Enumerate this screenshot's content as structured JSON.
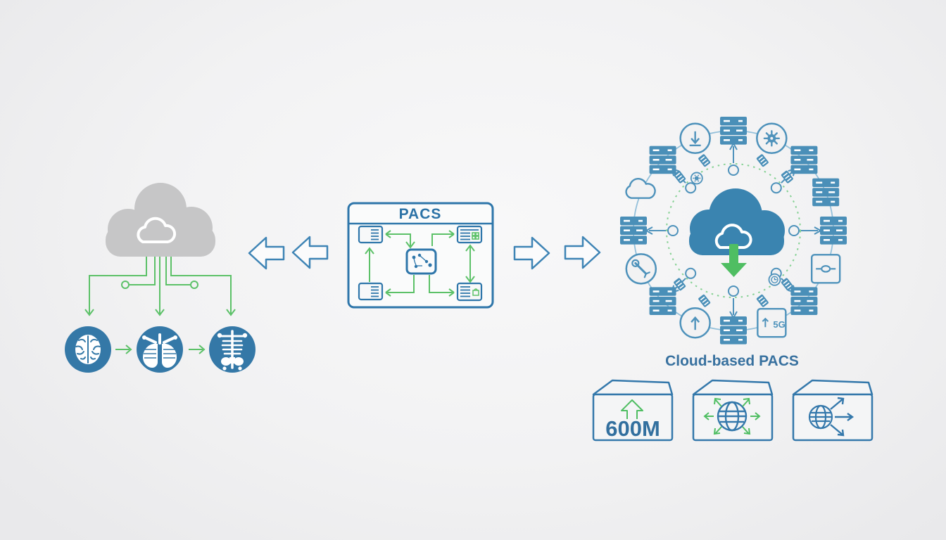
{
  "pacs_box": {
    "title": "PACS"
  },
  "cloud_pacs": {
    "label": "Cloud-based PACS"
  },
  "stats": {
    "value": "600M"
  },
  "colors": {
    "background": "#f2f2f3",
    "gray_cloud": "#c6c6c7",
    "modality_blue": "#3478a7",
    "green": "#5cc168",
    "arrow_green": "#4fbe62",
    "pacs_blue": "#2e76aa",
    "ring_blue_fill": "#4a8fb8",
    "ring_blue_stroke": "#4e92bb",
    "ring_outer_line": "#93c0da",
    "ring_dashed_green": "#85d193",
    "central_cloud_blue": "#3a84b0",
    "label_text": "#38719f",
    "box_stroke": "#3478ab"
  },
  "icons": {
    "left": [
      "storage-cloud-icon",
      "brain-icon",
      "lungs-icon",
      "skeleton-icon"
    ],
    "center": [
      "pacs-box",
      "workstation-icon",
      "pacs-server-hub-icon",
      "flow-arrow-left-icon",
      "flow-arrow-right-icon"
    ],
    "right": [
      "cloud-download-icon",
      "server-icon",
      "download-circle-icon",
      "malware-circle-icon",
      "arrow-up-circle-icon",
      "wrench-circle-icon",
      "cloud-outline-icon",
      "pulse-box-icon",
      "g5-box-icon",
      "data-card-icon",
      "globe-icon",
      "arrow-up-icon"
    ]
  },
  "ring": {
    "g5_label": "5G",
    "items": [
      {
        "angle": 90,
        "type": "server"
      },
      {
        "angle": 67.5,
        "type": "malware-circle"
      },
      {
        "angle": 45,
        "type": "server"
      },
      {
        "angle": 22.5,
        "type": "server"
      },
      {
        "angle": 0,
        "type": "server"
      },
      {
        "angle": -22.5,
        "type": "pulse-box"
      },
      {
        "angle": -45,
        "type": "server"
      },
      {
        "angle": -67.5,
        "type": "g5-box"
      },
      {
        "angle": -90,
        "type": "server"
      },
      {
        "angle": -112.5,
        "type": "arrow-up-circle"
      },
      {
        "angle": -135,
        "type": "server"
      },
      {
        "angle": -157.5,
        "type": "wrench-circle"
      },
      {
        "angle": 180,
        "type": "server"
      },
      {
        "angle": 157.5,
        "type": "cloud-outline"
      },
      {
        "angle": 135,
        "type": "server"
      },
      {
        "angle": 112.5,
        "type": "download-circle"
      }
    ],
    "spokes": [
      90,
      135,
      180,
      -135,
      -90,
      -45,
      0,
      45
    ],
    "cards": [
      67.5,
      112.5,
      -67.5,
      -112.5,
      135,
      45,
      -45,
      -135
    ],
    "minis": [
      {
        "angle": 125,
        "glyph": "gear"
      },
      {
        "angle": -50,
        "glyph": "clock"
      }
    ]
  }
}
